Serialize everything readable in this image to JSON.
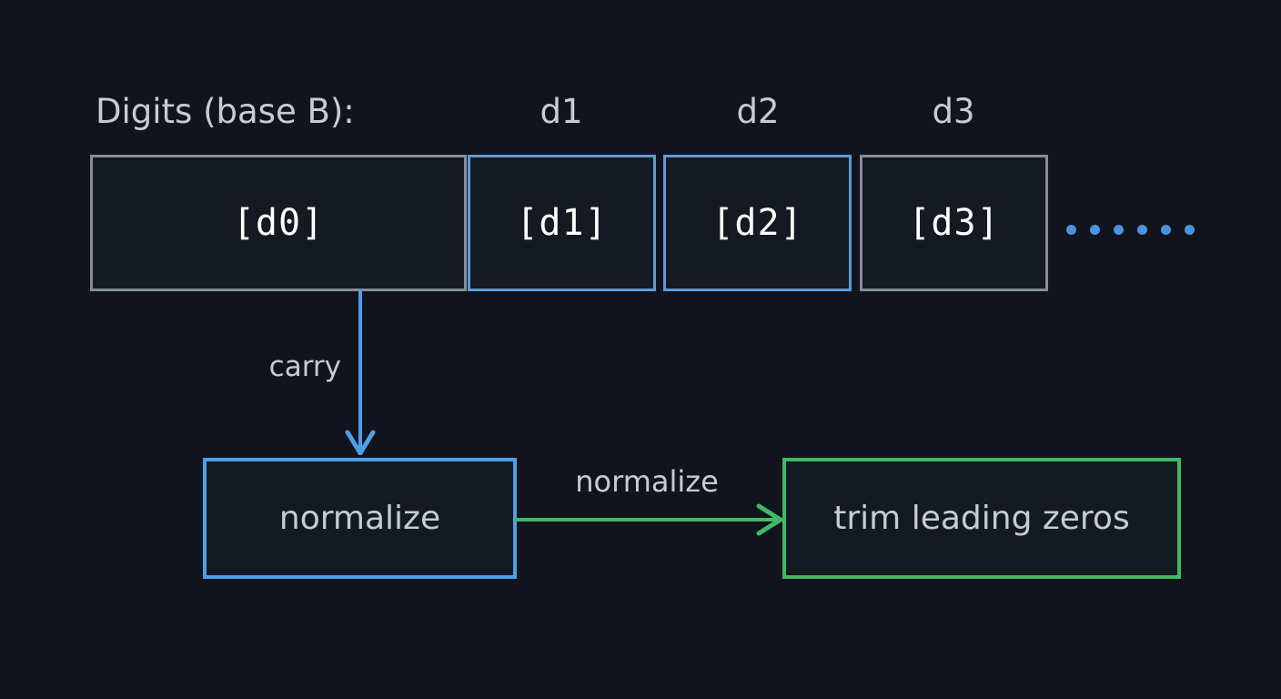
{
  "diagram": {
    "title_label": "Digits (base B):",
    "background_color": "#11141c",
    "colors": {
      "gray": "#868e99",
      "blue": "#5b9bd8",
      "blue_bright": "#4f9ee8",
      "green": "#3fb963",
      "text": "#c6ccd6",
      "digit_text": "#ffffff",
      "dot": "#4a93e0"
    },
    "digit_columns": [
      {
        "header": "",
        "cell": "[d0]",
        "border": "gray"
      },
      {
        "header": "d1",
        "cell": "[d1]",
        "border": "blue"
      },
      {
        "header": "d2",
        "cell": "[d2]",
        "border": "blue"
      },
      {
        "header": "d3",
        "cell": "[d3]",
        "border": "gray"
      }
    ],
    "ellipsis_dot_count": 6,
    "edges": [
      {
        "label": "carry",
        "from": "d0-cell",
        "to": "normalize",
        "color": "#4f9ee8",
        "direction": "down"
      },
      {
        "label": "normalize",
        "from": "normalize",
        "to": "trim-leading-zeros",
        "color": "#3fb963",
        "direction": "right"
      }
    ],
    "process_nodes": [
      {
        "label": "normalize",
        "border": "blue"
      },
      {
        "label": "trim leading zeros",
        "border": "green"
      }
    ]
  }
}
